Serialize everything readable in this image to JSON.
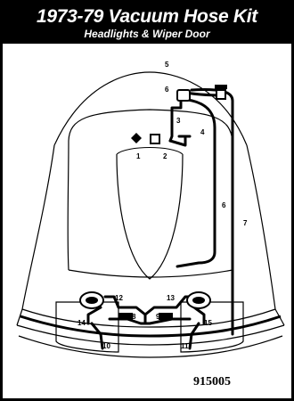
{
  "header": {
    "title": "1973-79 Vacuum Hose Kit",
    "subtitle": "Headlights & Wiper Door"
  },
  "part_number": "915005",
  "callouts": [
    "1",
    "2",
    "3",
    "4",
    "5",
    "6",
    "7",
    "8",
    "9",
    "10",
    "11",
    "12",
    "13",
    "14",
    "15"
  ]
}
